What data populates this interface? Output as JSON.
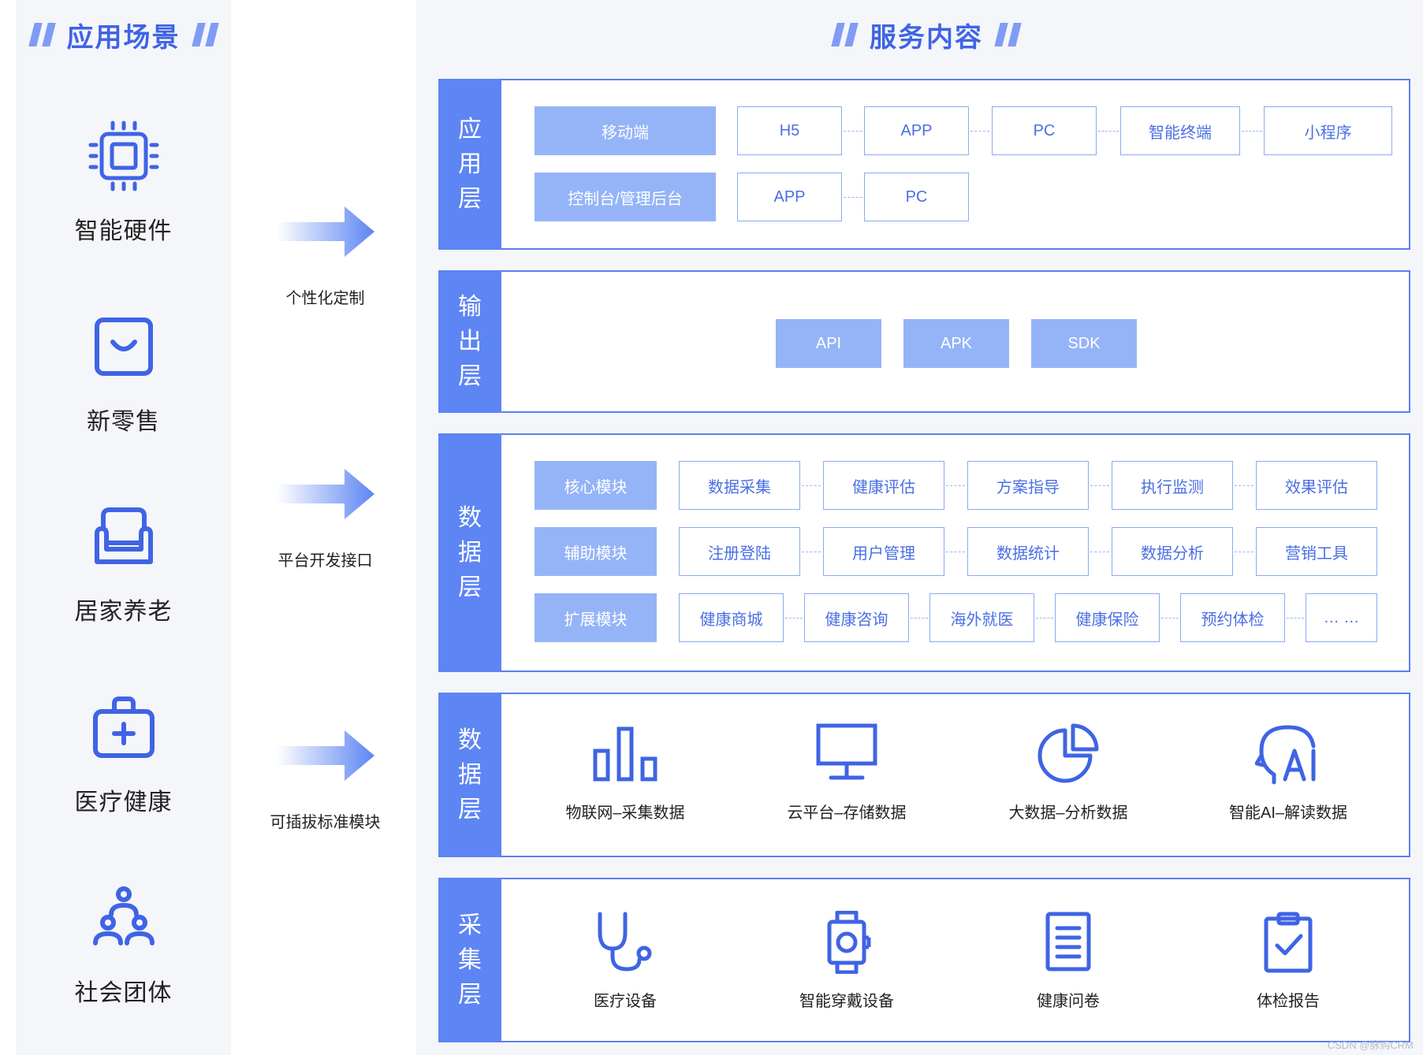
{
  "left_section": {
    "title": "应用场景"
  },
  "right_section": {
    "title": "服务内容"
  },
  "scenarios": [
    {
      "label": "智能硬件",
      "icon": "chip-icon"
    },
    {
      "label": "新零售",
      "icon": "shopping-bag-icon"
    },
    {
      "label": "居家养老",
      "icon": "sofa-icon"
    },
    {
      "label": "医疗健康",
      "icon": "medical-kit-icon"
    },
    {
      "label": "社会团体",
      "icon": "people-group-icon"
    }
  ],
  "connectors": [
    {
      "label": "个性化定制"
    },
    {
      "label": "平台开发接口"
    },
    {
      "label": "可插拔标准模块"
    }
  ],
  "layers": {
    "application": {
      "tab": [
        "应",
        "用",
        "层"
      ],
      "rows": [
        {
          "head": "移动端",
          "items": [
            "H5",
            "APP",
            "PC",
            "智能终端",
            "小程序"
          ]
        },
        {
          "head": "控制台/管理后台",
          "items": [
            "APP",
            "PC"
          ]
        }
      ]
    },
    "output": {
      "tab": [
        "输",
        "出",
        "层"
      ],
      "items": [
        "API",
        "APK",
        "SDK"
      ]
    },
    "data_modules": {
      "tab": [
        "数",
        "据",
        "层"
      ],
      "rows": [
        {
          "head": "核心模块",
          "items": [
            "数据采集",
            "健康评估",
            "方案指导",
            "执行监测",
            "效果评估"
          ]
        },
        {
          "head": "辅助模块",
          "items": [
            "注册登陆",
            "用户管理",
            "数据统计",
            "数据分析",
            "营销工具"
          ]
        },
        {
          "head": "扩展模块",
          "items": [
            "健康商城",
            "健康咨询",
            "海外就医",
            "健康保险",
            "预约体检",
            "… …"
          ]
        }
      ]
    },
    "data_processing": {
      "tab": [
        "数",
        "据",
        "层"
      ],
      "items": [
        {
          "label": "物联网–采集数据",
          "icon": "bar-chart-icon"
        },
        {
          "label": "云平台–存储数据",
          "icon": "monitor-icon"
        },
        {
          "label": "大数据–分析数据",
          "icon": "pie-chart-icon"
        },
        {
          "label": "智能AI–解读数据",
          "icon": "ai-head-icon"
        }
      ]
    },
    "collection": {
      "tab": [
        "采",
        "集",
        "层"
      ],
      "items": [
        {
          "label": "医疗设备",
          "icon": "stethoscope-icon"
        },
        {
          "label": "智能穿戴设备",
          "icon": "smartwatch-icon"
        },
        {
          "label": "健康问卷",
          "icon": "questionnaire-icon"
        },
        {
          "label": "体检报告",
          "icon": "checkup-report-icon"
        }
      ]
    }
  },
  "watermark": "CSDN @脉购CRM",
  "colors": {
    "accent": "#3f64e4",
    "tab": "#5d85f3",
    "filled_box": "#95b4f8",
    "outline": "#8ba9f3"
  }
}
